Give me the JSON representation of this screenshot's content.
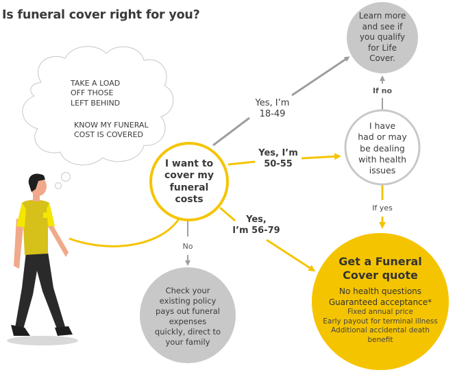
{
  "title": "Is funeral cover right for you?",
  "thought_bubble": {
    "line_group_1": [
      "TAKE A LOAD",
      "OFF THOSE",
      "LEFT BEHIND"
    ],
    "line_group_2": [
      "KNOW MY FUNERAL",
      "COST IS COVERED"
    ]
  },
  "nodes": {
    "start": {
      "text": [
        "I want to",
        "cover my",
        "funeral",
        "costs"
      ],
      "border_color": "#f5c400"
    },
    "life_cover": {
      "text": [
        "Learn more",
        "and see if",
        "you qualify",
        "for Life",
        "Cover."
      ],
      "fill_color": "#c8c8c8"
    },
    "health": {
      "text": [
        "I have",
        "had or may",
        "be dealing",
        "with health",
        "issues"
      ],
      "border_color": "#c8c8c8"
    },
    "check_policy": {
      "text": [
        "Check your",
        "existing policy",
        "pays out funeral",
        "expenses",
        "quickly, direct to",
        "your family"
      ],
      "fill_color": "#c8c8c8"
    },
    "quote": {
      "heading": [
        "Get a Funeral",
        "Cover quote"
      ],
      "benefits_primary": [
        "No health questions",
        "Guaranteed acceptance*"
      ],
      "benefits_secondary": [
        "Fixed annual price",
        "Early payout for terminal illness",
        "Additional accidental death",
        "benefit"
      ],
      "fill_color": "#f5c400"
    }
  },
  "edges": {
    "age_18_49": [
      "Yes, I’m",
      "18-49"
    ],
    "age_50_55": [
      "Yes, I’m",
      "50-55"
    ],
    "age_56_79": [
      "Yes,",
      "I’m 56-79"
    ],
    "no": "No",
    "if_no": "If no",
    "if_yes": "If yes"
  },
  "colors": {
    "accent_yellow": "#f5c400",
    "grey_line": "#9e9e9e",
    "grey_fill": "#c8c8c8",
    "text_dark": "#3a3a3a"
  }
}
